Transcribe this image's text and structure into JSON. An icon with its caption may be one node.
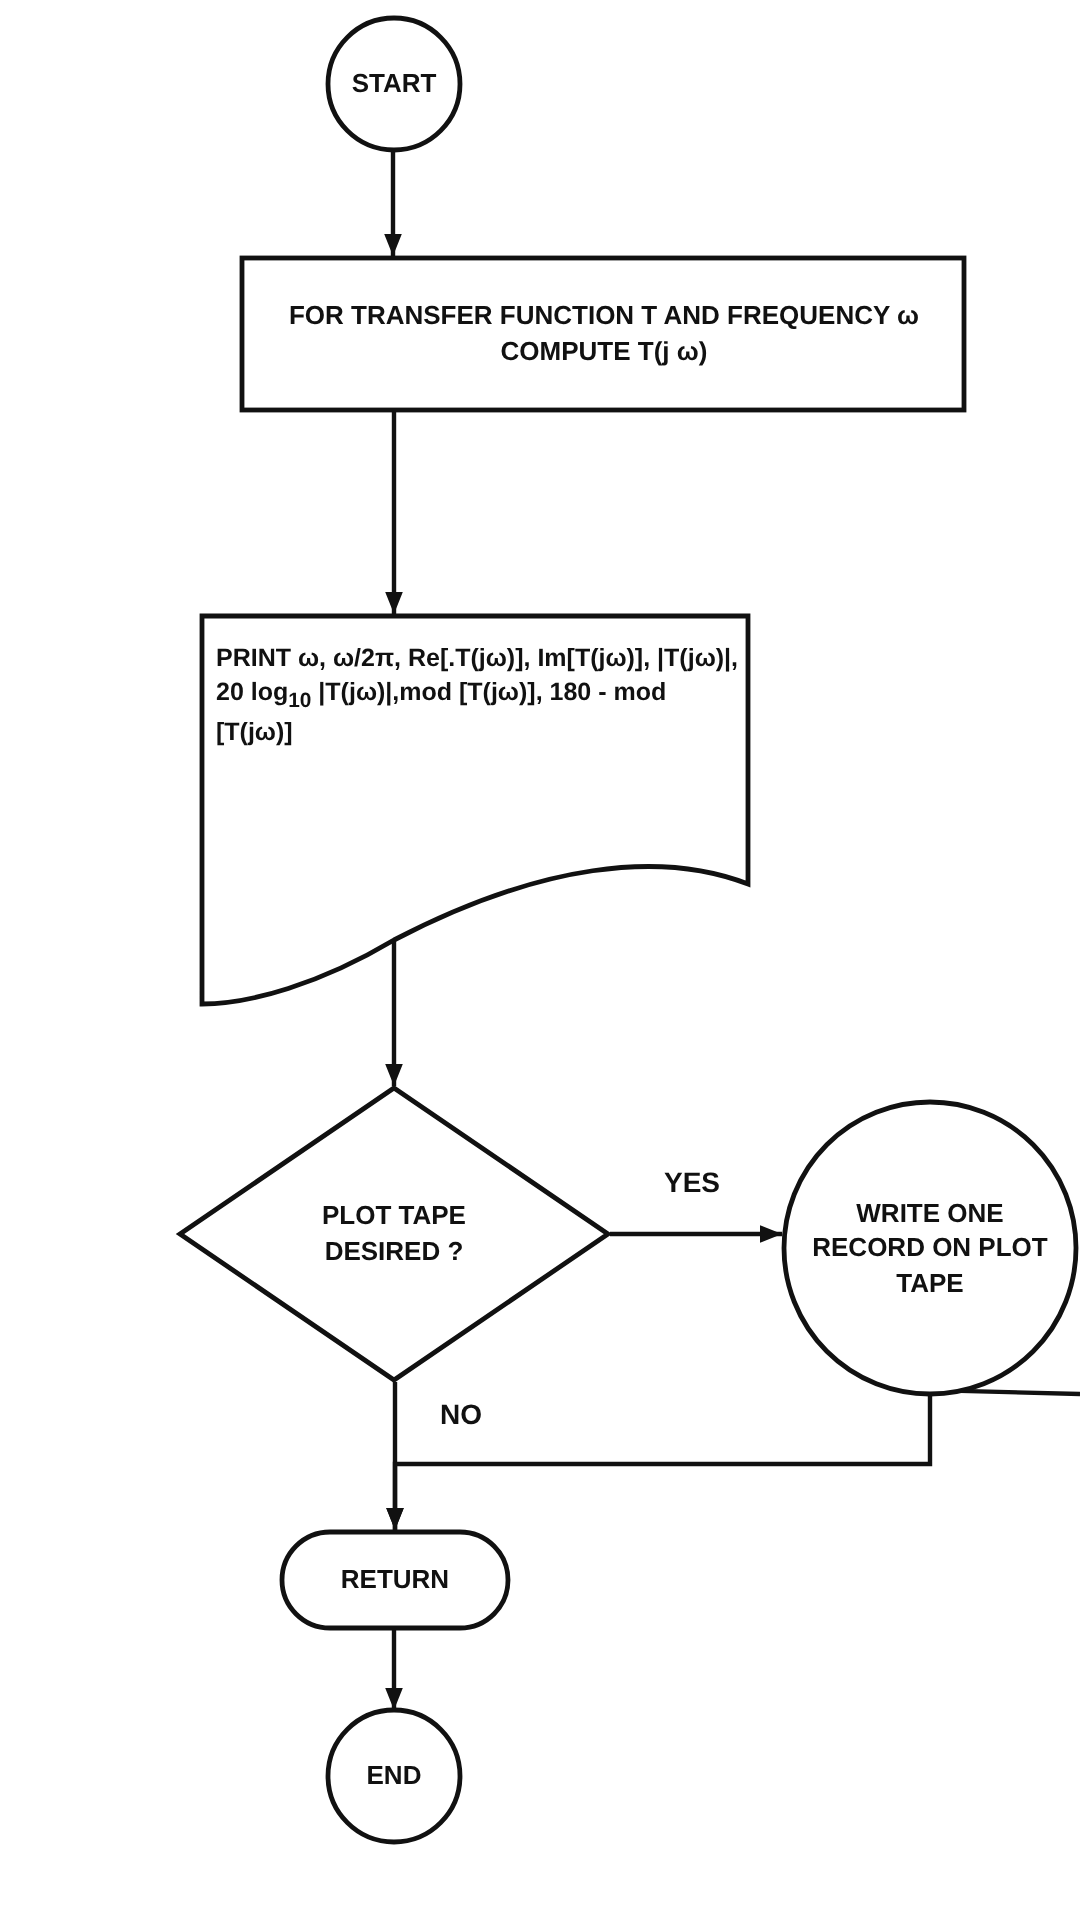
{
  "diagram": {
    "nodes": [
      {
        "text": [
          "START"
        ]
      },
      {
        "text": [
          "FOR TRANSFER FUNCTION T AND FREQUENCY ω COMPUTE T(j ω)"
        ]
      },
      {
        "text": [
          "PRINT ω, ω/2π, Re[.T(jω)], Im[T(jω)], |T(jω)|, 20 log$_{10}$ |T(jω)|,mod [T(jω)], 180 - mod [T(jω)]"
        ]
      },
      {
        "text": [
          "PLOT TAPE DESIRED ?"
        ]
      },
      {
        "text": [
          "WRITE ONE RECORD ON PLOT TAPE"
        ]
      },
      {
        "text": [
          "RETURN"
        ]
      },
      {
        "text": [
          "END"
        ]
      }
    ],
    "edges": [
      {
        "from": 0,
        "to": 1,
        "arrow": "to"
      },
      {
        "from": 1,
        "to": 2,
        "arrow": "to"
      },
      {
        "from": 2,
        "to": 3,
        "arrow": "to"
      },
      {
        "from": 3,
        "to": 4,
        "label": "YES",
        "arrow": "to"
      },
      {
        "from": 3,
        "to": 5,
        "label": "NO",
        "arrow": "to"
      },
      {
        "from": 4,
        "to": 5,
        "arrow": "to"
      },
      {
        "from": 4,
        "to": null,
        "arrow": "none"
      },
      {
        "from": 5,
        "to": 6,
        "arrow": "to"
      }
    ]
  }
}
